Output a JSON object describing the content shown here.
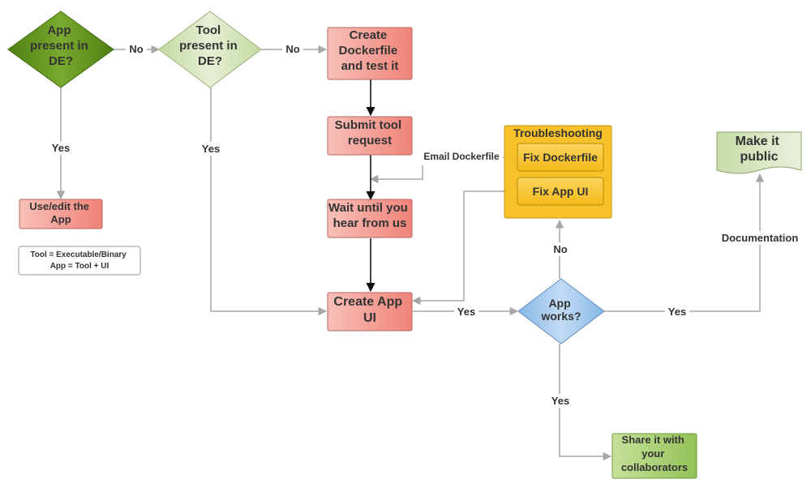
{
  "colors": {
    "decision_dark_green": "#6a9a26",
    "decision_light_green": "#d5e4b8",
    "process_red": "#f3918a",
    "process_red_light": "#f8c0b8",
    "troubleshooting_yellow": "#f7c12a",
    "decision_blue": "#a9cdf0",
    "share_green": "#a8cf6e",
    "doc_green": "#d8e7c2",
    "line_gray": "#a6a6a6",
    "line_black": "#111111"
  },
  "nodes": {
    "app_present": {
      "lines": [
        "App",
        "present in",
        "DE?"
      ]
    },
    "tool_present": {
      "lines": [
        "Tool",
        "present in",
        "DE?"
      ]
    },
    "create_dockerfile": {
      "lines": [
        "Create",
        "Dockerfile",
        "and test it"
      ]
    },
    "submit_tool": {
      "lines": [
        "Submit tool",
        "request"
      ]
    },
    "wait": {
      "lines": [
        "Wait until you",
        "hear from us"
      ]
    },
    "create_app_ui": {
      "lines": [
        "Create App",
        "UI"
      ]
    },
    "use_edit": {
      "lines": [
        "Use/edit the",
        "App"
      ]
    },
    "troubleshooting": {
      "title": "Troubleshooting",
      "fix_dockerfile": "Fix Dockerfile",
      "fix_app_ui": "Fix App UI"
    },
    "app_works": {
      "lines": [
        "App",
        "works?"
      ]
    },
    "make_public": {
      "lines": [
        "Make it",
        "public"
      ]
    },
    "share": {
      "lines": [
        "Share it with",
        "your",
        "collaborators"
      ]
    }
  },
  "legend": {
    "lines": [
      "Tool = Executable/Binary",
      "App = Tool + UI"
    ]
  },
  "edge_labels": {
    "app_no": "No",
    "tool_no": "No",
    "app_yes": "Yes",
    "tool_yes": "Yes",
    "email_dockerfile": "Email Dockerfile",
    "create_ui_yes": "Yes",
    "works_no": "No",
    "works_yes_right": "Yes",
    "documentation": "Documentation",
    "works_yes_down": "Yes"
  }
}
